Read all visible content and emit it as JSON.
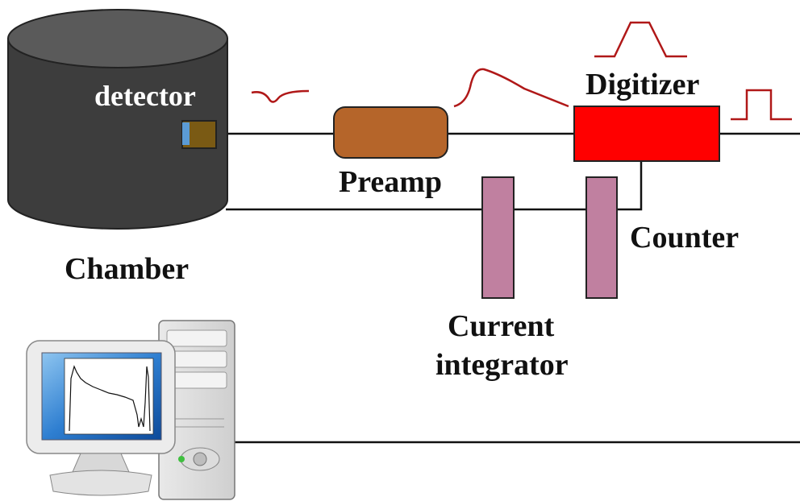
{
  "labels": {
    "detector": "detector",
    "chamber": "Chamber",
    "preamp": "Preamp",
    "digitizer": "Digitizer",
    "counter": "Counter",
    "current_integrator_line1": "Current",
    "current_integrator_line2": "integrator"
  },
  "colors": {
    "chamber_body": "#3d3d3d",
    "chamber_top": "#5a5a5a",
    "detector_box": "#7a5a14",
    "detector_window": "#5b9bd5",
    "preamp": "#b5652a",
    "digitizer": "#ff0000",
    "integrator": "#c080a0",
    "counter": "#c080a0",
    "signal_trace": "#b01818",
    "wire": "#111111",
    "monitor_screen": "#1a5fb4"
  },
  "icons": {
    "computer": "desktop-computer-icon"
  }
}
